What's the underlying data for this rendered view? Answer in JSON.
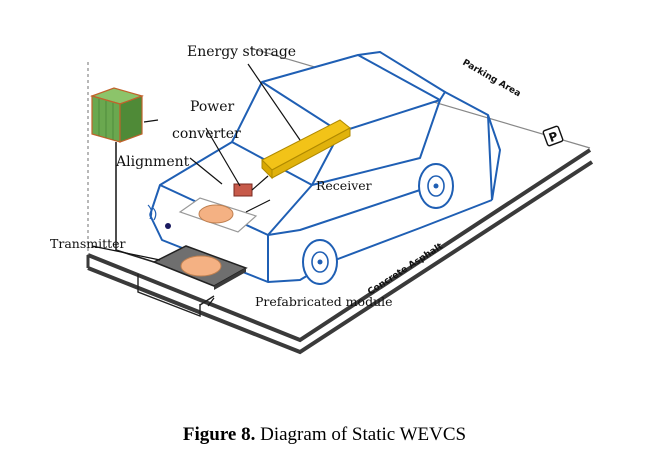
{
  "labels": {
    "energy_storage": "Energy storage",
    "power": "Power",
    "converter": "converter",
    "alignment": "Alignment",
    "receiver": "Receiver",
    "transmitter": "Transmitter",
    "prefabricated_module": "Prefabricated module",
    "parking_area": "Parking Area",
    "concrete_asphalt": "Concrete Asphalt",
    "parking_sign": "P"
  },
  "caption": {
    "figure_label": "Figure 8.",
    "text": " Diagram of Static WEVCS"
  },
  "colors": {
    "car_outline": "#1f5fb4",
    "energy_storage_fill": "#f2c318",
    "alignment_box_fill": "#6aa84f",
    "alignment_box_edge": "#c0622b",
    "converter_fill": "#c75a4a",
    "coil_fill": "#f4b183",
    "ground_line": "#333333"
  }
}
